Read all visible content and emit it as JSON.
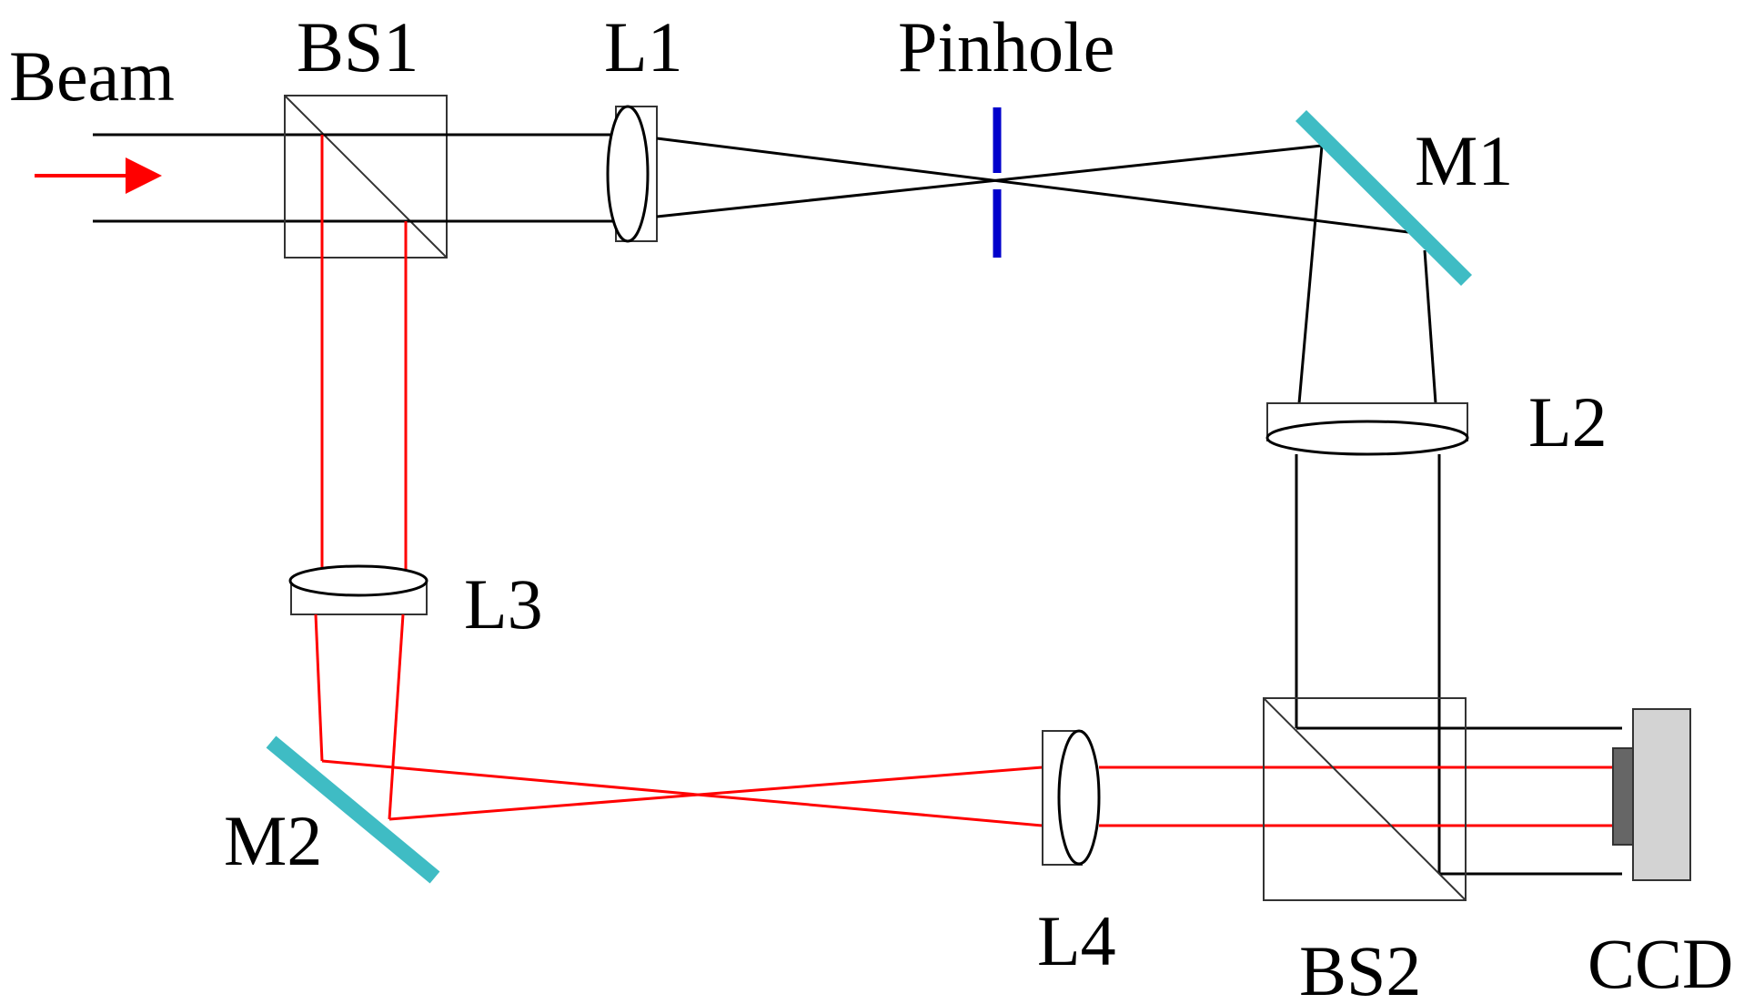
{
  "labels": {
    "beam": "Beam",
    "bs1": "BS1",
    "l1": "L1",
    "pinhole": "Pinhole",
    "m1": "M1",
    "l2": "L2",
    "l3": "L3",
    "m2": "M2",
    "l4": "L4",
    "bs2": "BS2",
    "ccd": "CCD"
  },
  "colors": {
    "object_beam": "#000000",
    "reference_beam": "#ff0000",
    "input_arrow": "#ff0000",
    "pinhole": "#0000cc",
    "mirror": "#3fbcc4",
    "ccd_body": "#d3d3d3",
    "ccd_sensor": "#666666"
  }
}
